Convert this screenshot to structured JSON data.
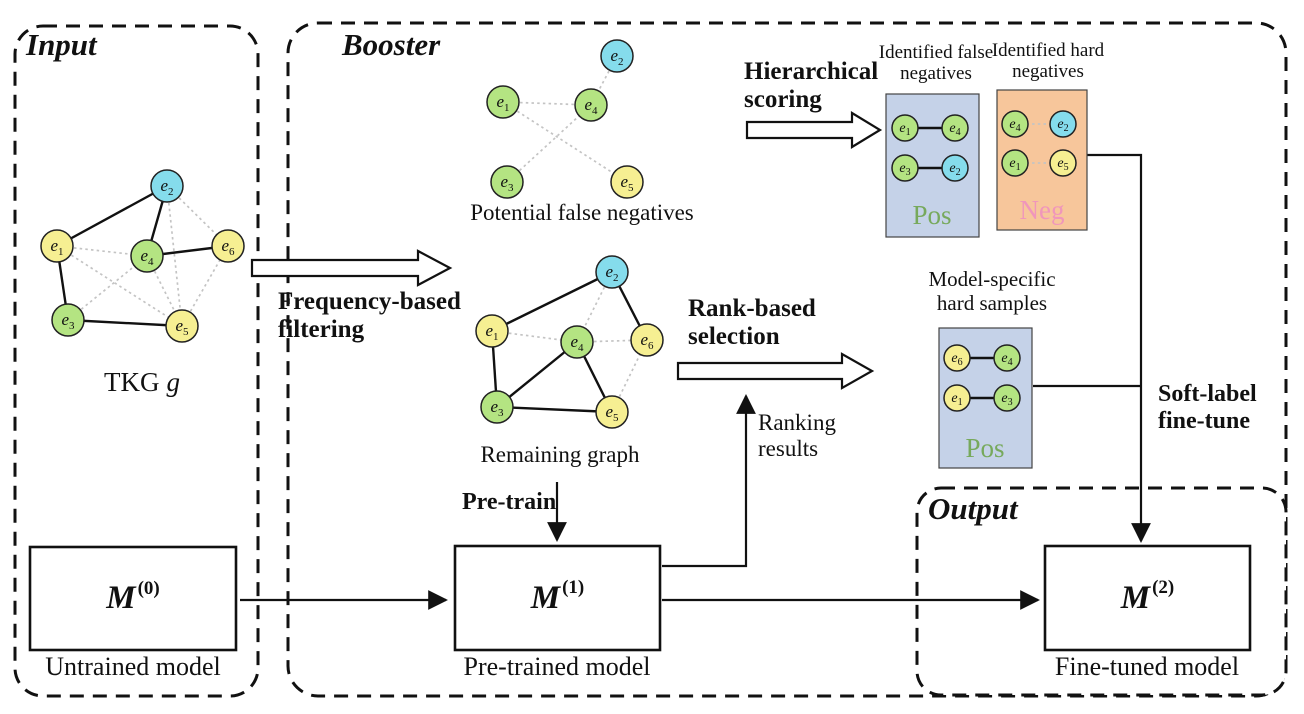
{
  "colors": {
    "node_green": "#b4e482",
    "node_cyan": "#85dcec",
    "node_yellow": "#f6ef92",
    "pos_box": "#c5d2e8",
    "neg_box": "#f7c69b",
    "pos_text": "#77a95c",
    "neg_text": "#f096bb"
  },
  "node": {
    "letter": "e",
    "s1": "1",
    "s2": "2",
    "s3": "3",
    "s4": "4",
    "s5": "5",
    "s6": "6"
  },
  "input": {
    "title": "Input",
    "tkg_label": "TKG",
    "tkg_symbol": "g",
    "model_letter": "M",
    "model_sup": "(0)",
    "model_caption": "Untrained model"
  },
  "booster": {
    "title": "Booster",
    "potential_caption": "Potential false negatives",
    "hierarchical_scoring": "Hierarchical scoring",
    "identified_false_negatives": "Identified false negatives",
    "identified_hard_negatives": "Identified hard negatives",
    "frequency_filtering": "Frequency-based filtering",
    "remaining_caption": "Remaining graph",
    "rank_selection": "Rank-based selection",
    "ranking_results": "Ranking results",
    "model_specific": "Model-specific hard samples",
    "pretrain": "Pre-train",
    "pos": "Pos",
    "neg": "Neg",
    "model_letter": "M",
    "model_sup": "(1)",
    "model_caption": "Pre-trained model"
  },
  "output": {
    "title": "Output",
    "soft_label": "Soft-label fine-tune",
    "model_letter": "M",
    "model_sup": "(2)",
    "model_caption": "Fine-tuned model"
  }
}
